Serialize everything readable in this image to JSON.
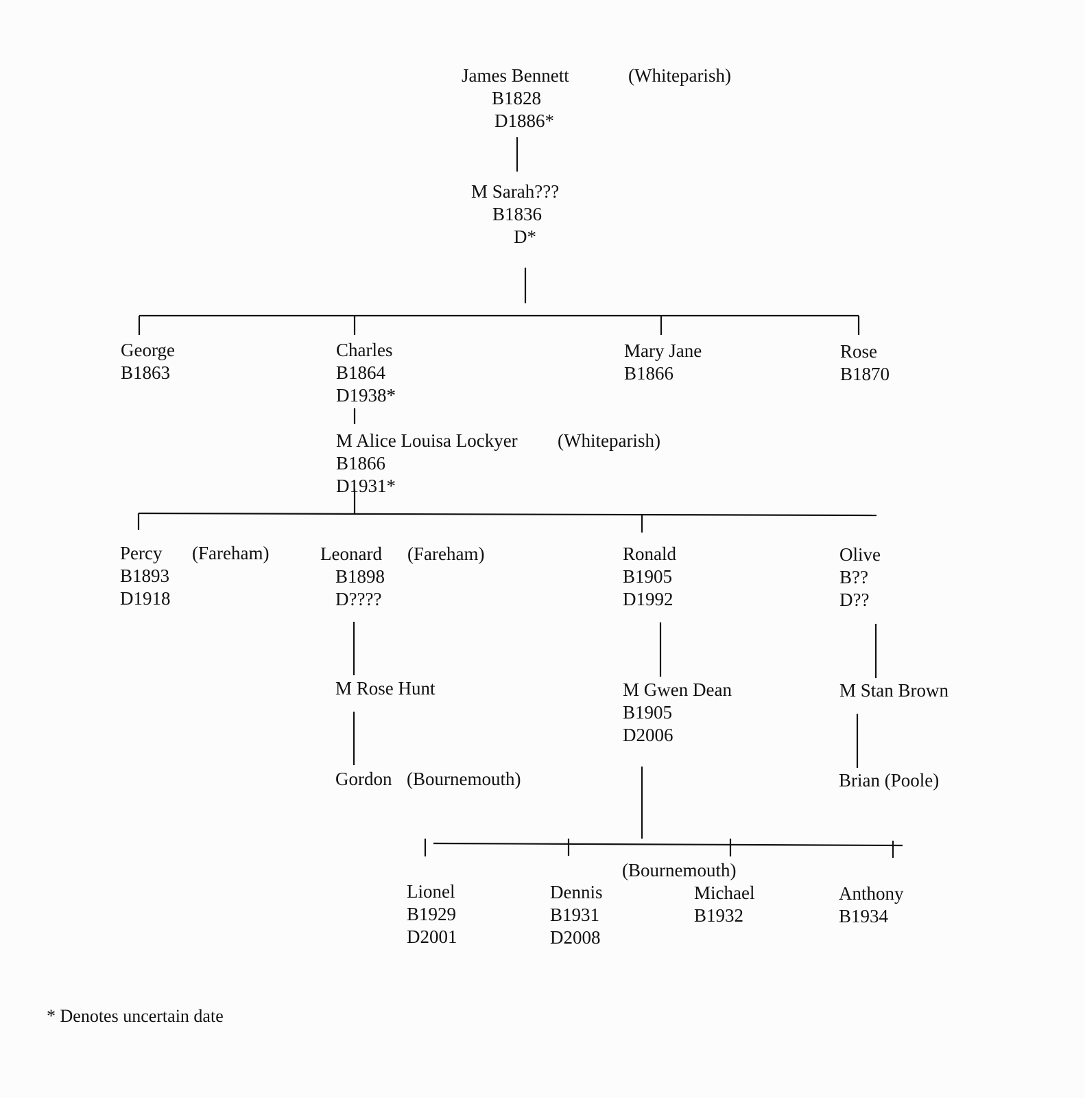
{
  "nodes": {
    "james": {
      "name": "James Bennett",
      "born": "B1828",
      "died": "D1886*",
      "place": "(Whiteparish)"
    },
    "sarah": {
      "name": "M Sarah???",
      "born": "B1836",
      "died": "D*"
    },
    "george": {
      "name": "George",
      "born": "B1863"
    },
    "charles": {
      "name": "Charles",
      "born": "B1864",
      "died": "D1938*"
    },
    "mary_jane": {
      "name": "Mary Jane",
      "born": "B1866"
    },
    "rose": {
      "name": "Rose",
      "born": "B1870"
    },
    "alice": {
      "name": "M Alice Louisa Lockyer",
      "born": "B1866",
      "died": "D1931*",
      "place": "(Whiteparish)"
    },
    "percy": {
      "name": "Percy",
      "born": "B1893",
      "died": "D1918",
      "place": "(Fareham)"
    },
    "leonard": {
      "name": "Leonard",
      "born": "B1898",
      "died": "D????",
      "place": "(Fareham)"
    },
    "ronald": {
      "name": "Ronald",
      "born": "B1905",
      "died": "D1992"
    },
    "olive": {
      "name": "Olive",
      "born": "B??",
      "died": "D??"
    },
    "rose_hunt": {
      "name": "M Rose Hunt"
    },
    "gwen_dean": {
      "name": "M Gwen Dean",
      "born": "B1905",
      "died": "D2006"
    },
    "stan_brown": {
      "name": "M Stan Brown"
    },
    "gordon": {
      "name": "Gordon",
      "place": "(Bournemouth)"
    },
    "brian": {
      "name": "Brian (Poole)"
    },
    "lionel": {
      "name": "Lionel",
      "born": "B1929",
      "died": "D2001"
    },
    "dennis": {
      "name": "Dennis",
      "born": "B1931",
      "died": "D2008"
    },
    "michael": {
      "name": "Michael",
      "born": "B1932"
    },
    "anthony": {
      "name": "Anthony",
      "born": "B1934"
    }
  },
  "grandchildren_place": "(Bournemouth)",
  "footnote": "* Denotes uncertain date"
}
